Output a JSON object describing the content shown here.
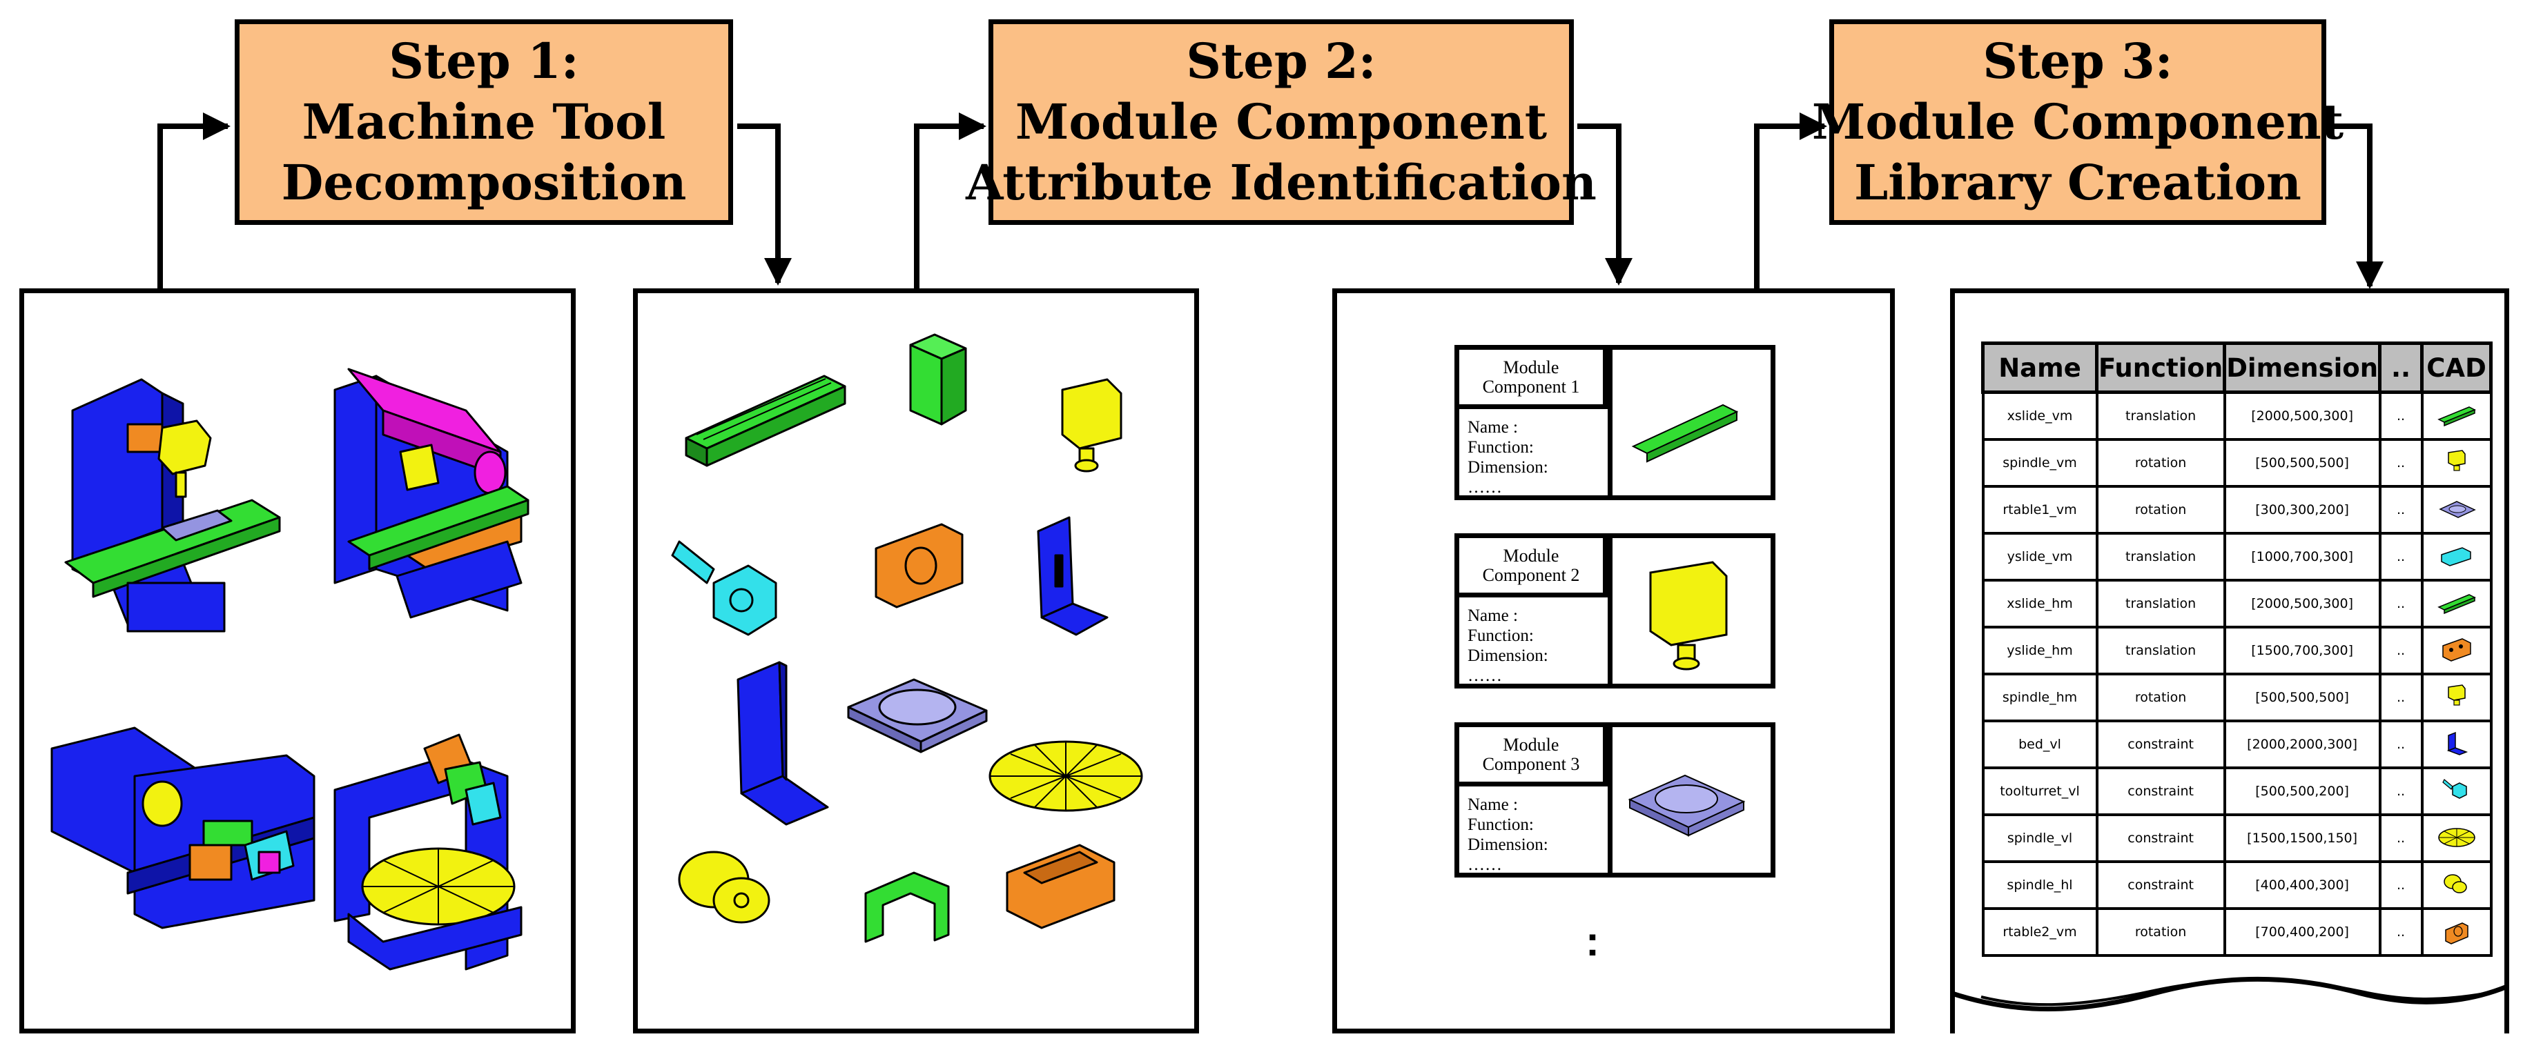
{
  "steps": [
    {
      "lines": [
        "Step 1:",
        "Machine Tool",
        "Decomposition"
      ]
    },
    {
      "lines": [
        "Step 2:",
        "Module Component",
        "Attribute Identification"
      ]
    },
    {
      "lines": [
        "Step 3:",
        "Module Component",
        "Library Creation"
      ]
    }
  ],
  "module_cards": [
    {
      "title1": "Module",
      "title2": "Component 1",
      "attr_name": "Name :",
      "attr_function": "Function:",
      "attr_dimension": "Dimension:",
      "attr_more": "……",
      "icon": "slide-rail-icon"
    },
    {
      "title1": "Module",
      "title2": "Component 2",
      "attr_name": "Name :",
      "attr_function": "Function:",
      "attr_dimension": "Dimension:",
      "attr_more": "……",
      "icon": "spindle-head-icon"
    },
    {
      "title1": "Module",
      "title2": "Component 3",
      "attr_name": "Name :",
      "attr_function": "Function:",
      "attr_dimension": "Dimension:",
      "attr_more": "……",
      "icon": "rotary-table-icon"
    }
  ],
  "more_cards_symbol": ":",
  "library_table": {
    "headers": [
      "Name",
      "Function",
      "Dimension",
      "..",
      "CAD"
    ],
    "rows": [
      {
        "name": "xslide_vm",
        "function": "translation",
        "dimension": "[2000,500,300]",
        "more": "..",
        "cad": "green-slide-icon"
      },
      {
        "name": "spindle_vm",
        "function": "rotation",
        "dimension": "[500,500,500]",
        "more": "..",
        "cad": "yellow-spindle-icon"
      },
      {
        "name": "rtable1_vm",
        "function": "rotation",
        "dimension": "[300,300,200]",
        "more": "..",
        "cad": "purple-table-icon"
      },
      {
        "name": "yslide_vm",
        "function": "translation",
        "dimension": "[1000,700,300]",
        "more": "..",
        "cad": "cyan-slide-icon"
      },
      {
        "name": "xslide_hm",
        "function": "translation",
        "dimension": "[2000,500,300]",
        "more": "..",
        "cad": "green-slide-icon"
      },
      {
        "name": "yslide_hm",
        "function": "translation",
        "dimension": "[1500,700,300]",
        "more": "..",
        "cad": "orange-block-icon"
      },
      {
        "name": "spindle_hm",
        "function": "rotation",
        "dimension": "[500,500,500]",
        "more": "..",
        "cad": "yellow-spindle-icon"
      },
      {
        "name": "bed_vl",
        "function": "constraint",
        "dimension": "[2000,2000,300]",
        "more": "..",
        "cad": "blue-bed-icon"
      },
      {
        "name": "toolturret_vl",
        "function": "constraint",
        "dimension": "[500,500,200]",
        "more": "..",
        "cad": "cyan-turret-icon"
      },
      {
        "name": "spindle_vl",
        "function": "constraint",
        "dimension": "[1500,1500,150]",
        "more": "..",
        "cad": "yellow-disc-icon"
      },
      {
        "name": "spindle_hl",
        "function": "constraint",
        "dimension": "[400,400,300]",
        "more": "..",
        "cad": "yellow-chuck-icon"
      },
      {
        "name": "rtable2_vm",
        "function": "rotation",
        "dimension": "[700,400,200]",
        "more": "..",
        "cad": "orange-housing-icon"
      }
    ]
  },
  "colors": {
    "step_fill": "#fbbf85",
    "header_fill": "#bebebe",
    "green": "#33dd33",
    "blue": "#1a22ee",
    "yellow": "#f2f210",
    "cyan": "#33e0ea",
    "orange": "#f08a22",
    "magenta": "#f020e0",
    "lavender": "#9494e0"
  }
}
